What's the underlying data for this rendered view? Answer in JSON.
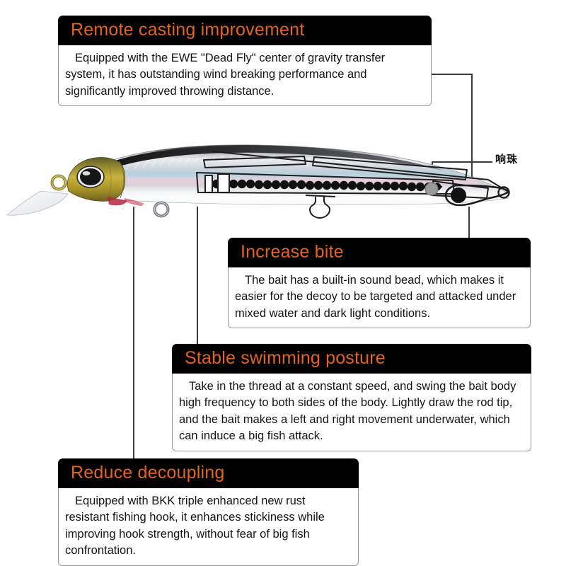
{
  "product": {
    "illustration_name": "fishing-lure-minnow-cutaway",
    "bead_label": "响珠",
    "accent_color": "#e4631e",
    "header_bg_color": "#000000",
    "body_bg_color": "#ffffff"
  },
  "callouts": [
    {
      "id": "remote-casting",
      "title": "Remote casting improvement",
      "body": "Equipped with the EWE \"Dead Fly\" center of gravity transfer system, it has outstanding wind breaking performance and significantly improved throwing distance."
    },
    {
      "id": "increase-bite",
      "title": "Increase bite",
      "body": "The bait has a built-in sound bead, which makes it easier for the decoy to be targeted and attacked under mixed water and dark light conditions."
    },
    {
      "id": "stable-swimming",
      "title": "Stable swimming posture",
      "body": "Take in the thread at a constant speed, and swing the bait body high frequency to both sides of the body. Lightly draw the rod tip, and the bait makes a left and right movement underwater, which can induce a big fish attack."
    },
    {
      "id": "reduce-decoupling",
      "title": "Reduce decoupling",
      "body": "Equipped with BKK triple enhanced new rust resistant fishing hook, it enhances stickiness while improving hook strength, without fear of big fish confrontation."
    }
  ]
}
